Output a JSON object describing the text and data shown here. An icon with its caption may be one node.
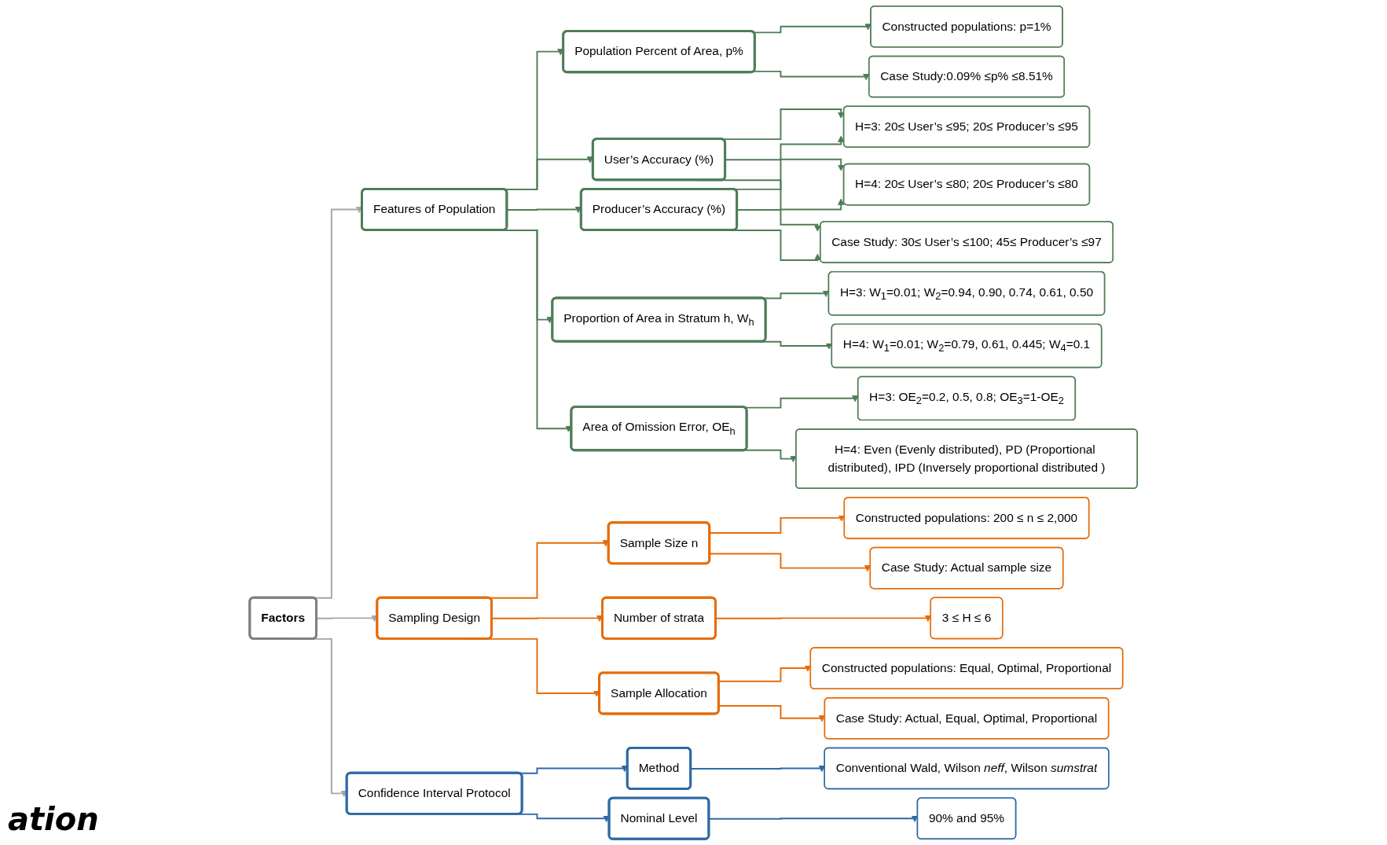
{
  "diagram": {
    "nodes": [
      {
        "text": [
          "Factors"
        ]
      },
      {
        "text": [
          "Features of Population"
        ]
      },
      {
        "text": [
          "Sampling Design"
        ]
      },
      {
        "text": [
          "Confidence Interval Protocol"
        ]
      },
      {
        "text": [
          "Population Percent of Area, p%"
        ]
      },
      {
        "text": [
          "User’s Accuracy (%)"
        ]
      },
      {
        "text": [
          "Producer’s Accuracy (%)"
        ]
      },
      {
        "text": [
          "Proportion of Area in Stratum h, W$_{h}$"
        ]
      },
      {
        "text": [
          "Area of Omission Error, OE$_{h}$"
        ]
      },
      {
        "text": [
          "Sample Size n"
        ]
      },
      {
        "text": [
          "Number of strata"
        ]
      },
      {
        "text": [
          "Sample Allocation"
        ]
      },
      {
        "text": [
          "Method"
        ]
      },
      {
        "text": [
          "Nominal Level"
        ]
      },
      {
        "text": [
          "Constructed populations: p=1%"
        ]
      },
      {
        "text": [
          "Case Study:0.09% ≤p% ≤8.51%"
        ]
      },
      {
        "text": [
          "H=3: 20≤ User’s ≤95;  20≤ Producer’s ≤95"
        ]
      },
      {
        "text": [
          "H=4: 20≤ User’s ≤80; 20≤ Producer’s ≤80"
        ]
      },
      {
        "text": [
          "Case Study: 30≤ User’s ≤100; 45≤ Producer’s ≤97"
        ]
      },
      {
        "text": [
          "H=3: W$_{1}$=0.01; W$_{2}$=0.94, 0.90, 0.74, 0.61, 0.50"
        ]
      },
      {
        "text": [
          "H=4: W$_{1}$=0.01; W$_{2}$=0.79, 0.61, 0.445; W$_{4}$=0.1"
        ]
      },
      {
        "text": [
          "H=3: OE$_{2}$=0.2, 0.5, 0.8; OE$_{3}$=1-OE$_{2}$"
        ]
      },
      {
        "text": [
          "H=4: Even (Evenly distributed), PD (Proportional distributed), IPD (Inversely proportional distributed )"
        ]
      },
      {
        "text": [
          "Constructed populations: 200 ≤ n ≤ 2,000"
        ]
      },
      {
        "text": [
          "Case Study: Actual sample size"
        ]
      },
      {
        "text": [
          "3 ≤ H ≤ 6"
        ]
      },
      {
        "text": [
          "Constructed populations: Equal, Optimal, Proportional"
        ]
      },
      {
        "text": [
          "Case Study: Actual, Equal, Optimal, Proportional"
        ]
      },
      {
        "text": [
          "Conventional Wald, Wilson *neff*, Wilson *sumstrat*"
        ]
      },
      {
        "text": [
          "90% and 95%"
        ]
      }
    ],
    "edges": [
      {
        "from": 0,
        "to": 1,
        "arrow": "to",
        "color": "#a6a6a6"
      },
      {
        "from": 0,
        "to": 2,
        "arrow": "to",
        "color": "#a6a6a6"
      },
      {
        "from": 0,
        "to": 3,
        "arrow": "to",
        "color": "#a6a6a6"
      },
      {
        "from": 1,
        "to": 4,
        "arrow": "to"
      },
      {
        "from": 1,
        "to": 5,
        "arrow": "to"
      },
      {
        "from": 1,
        "to": 6,
        "arrow": "to"
      },
      {
        "from": 1,
        "to": 7,
        "arrow": "to"
      },
      {
        "from": 1,
        "to": 8,
        "arrow": "to"
      },
      {
        "from": 4,
        "to": 14,
        "arrow": "to"
      },
      {
        "from": 4,
        "to": 15,
        "arrow": "to"
      },
      {
        "from": 5,
        "to": 16,
        "arrow": "to"
      },
      {
        "from": 5,
        "to": 17,
        "arrow": "to"
      },
      {
        "from": 5,
        "to": 18,
        "arrow": "to"
      },
      {
        "from": 6,
        "to": 16,
        "arrow": "to"
      },
      {
        "from": 6,
        "to": 17,
        "arrow": "to"
      },
      {
        "from": 6,
        "to": 18,
        "arrow": "to"
      },
      {
        "from": 7,
        "to": 19,
        "arrow": "to"
      },
      {
        "from": 7,
        "to": 20,
        "arrow": "to"
      },
      {
        "from": 8,
        "to": 21,
        "arrow": "to"
      },
      {
        "from": 8,
        "to": 22,
        "arrow": "to"
      },
      {
        "from": 2,
        "to": 9,
        "arrow": "to",
        "color": "#e46c0a"
      },
      {
        "from": 2,
        "to": 10,
        "arrow": "to",
        "color": "#e46c0a"
      },
      {
        "from": 2,
        "to": 11,
        "arrow": "to",
        "color": "#e46c0a"
      },
      {
        "from": 9,
        "to": 23,
        "arrow": "to",
        "color": "#e46c0a"
      },
      {
        "from": 9,
        "to": 24,
        "arrow": "to",
        "color": "#e46c0a"
      },
      {
        "from": 10,
        "to": 25,
        "arrow": "to",
        "color": "#e46c0a"
      },
      {
        "from": 11,
        "to": 26,
        "arrow": "to",
        "color": "#e46c0a"
      },
      {
        "from": 11,
        "to": 27,
        "arrow": "to",
        "color": "#e46c0a"
      },
      {
        "from": 3,
        "to": 12,
        "arrow": "to",
        "color": "#2e6aa6"
      },
      {
        "from": 3,
        "to": 13,
        "arrow": "to",
        "color": "#2e6aa6"
      },
      {
        "from": 12,
        "to": 28,
        "arrow": "to",
        "color": "#2e6aa6"
      },
      {
        "from": 13,
        "to": 29,
        "arrow": "to",
        "color": "#2e6aa6"
      }
    ],
    "labels": [
      "ation"
    ]
  }
}
